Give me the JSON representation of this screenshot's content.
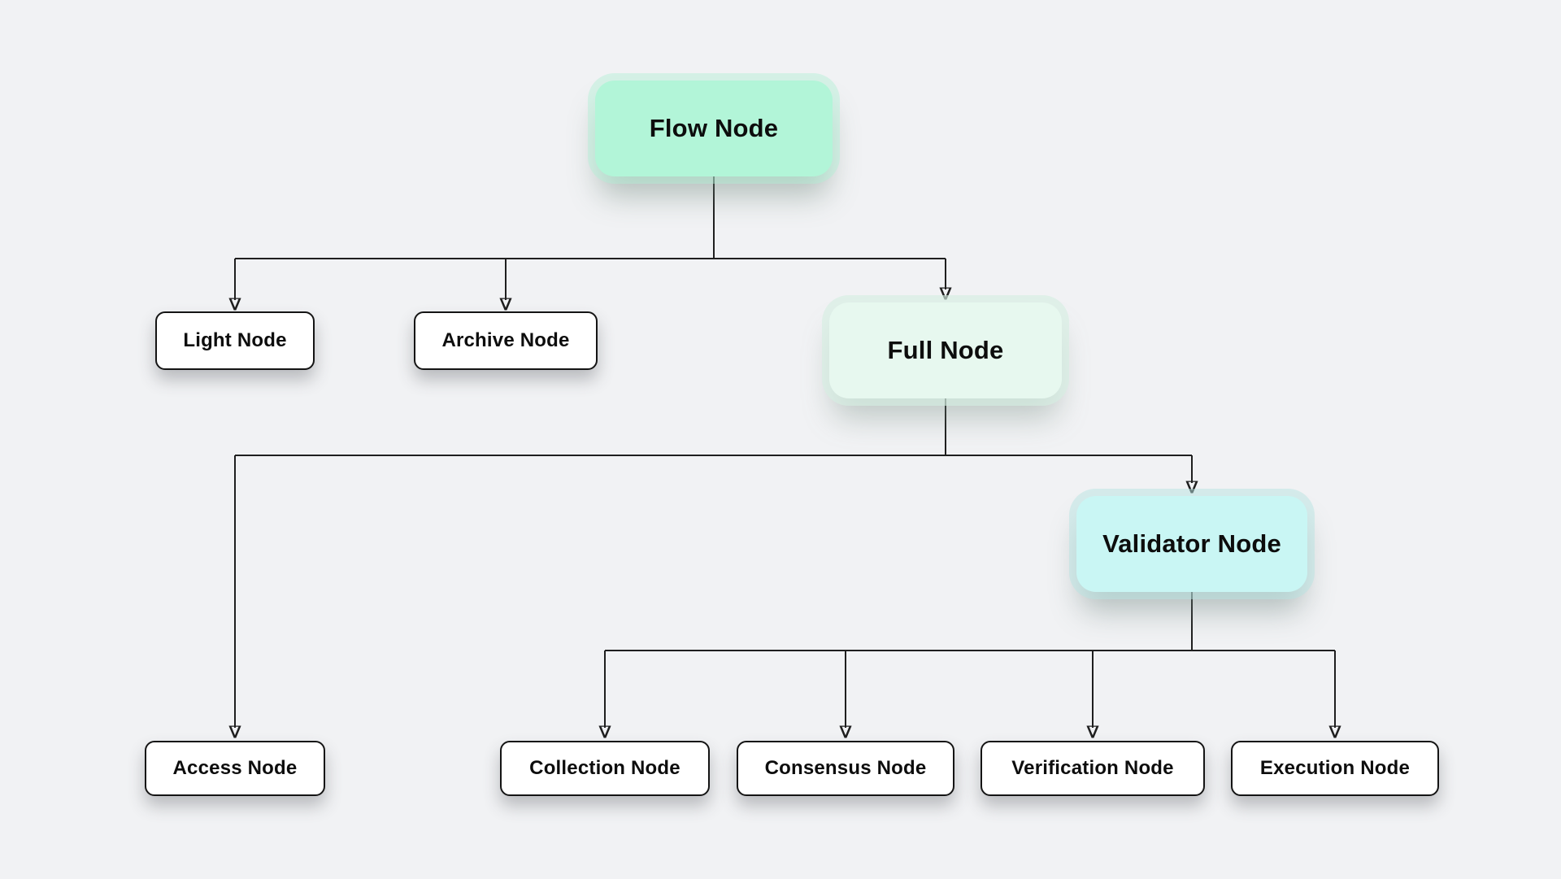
{
  "diagram": {
    "background": "#f1f2f4",
    "colors": {
      "root_fill": "#b2f5d8",
      "full_fill": "#e7f8ef",
      "validator_fill": "#c9f6f4",
      "leaf_fill": "#ffffff",
      "leaf_border": "#141414",
      "line": "#1f1f1f",
      "text": "#0d0d0d"
    },
    "nodes": [
      {
        "id": "flow",
        "label": "Flow Node"
      },
      {
        "id": "light",
        "label": "Light Node"
      },
      {
        "id": "archive",
        "label": "Archive Node"
      },
      {
        "id": "full",
        "label": "Full Node"
      },
      {
        "id": "validator",
        "label": "Validator Node"
      },
      {
        "id": "access",
        "label": "Access Node"
      },
      {
        "id": "collection",
        "label": "Collection Node"
      },
      {
        "id": "consensus",
        "label": "Consensus Node"
      },
      {
        "id": "verification",
        "label": "Verification Node"
      },
      {
        "id": "execution",
        "label": "Execution Node"
      }
    ],
    "edges": [
      {
        "from": "Flow Node",
        "to": "Light Node"
      },
      {
        "from": "Flow Node",
        "to": "Archive Node"
      },
      {
        "from": "Flow Node",
        "to": "Full Node"
      },
      {
        "from": "Full Node",
        "to": "Access Node"
      },
      {
        "from": "Full Node",
        "to": "Validator Node"
      },
      {
        "from": "Validator Node",
        "to": "Collection Node"
      },
      {
        "from": "Validator Node",
        "to": "Consensus Node"
      },
      {
        "from": "Validator Node",
        "to": "Verification Node"
      },
      {
        "from": "Validator Node",
        "to": "Execution Node"
      }
    ]
  }
}
